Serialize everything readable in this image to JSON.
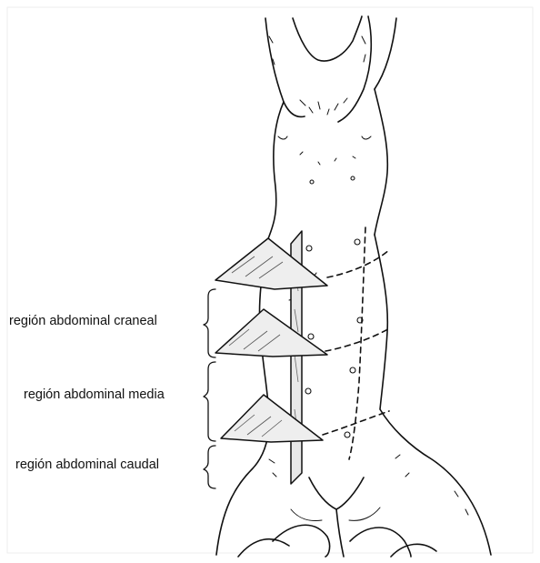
{
  "figure": {
    "regions": [
      {
        "id": "craneal",
        "label": "región abdominal craneal"
      },
      {
        "id": "media",
        "label": "región abdominal media"
      },
      {
        "id": "caudal",
        "label": "región abdominal caudal"
      }
    ]
  },
  "colors": {
    "ink": "#111111",
    "plane_fill": "#e8e8e8",
    "background": "#ffffff"
  }
}
